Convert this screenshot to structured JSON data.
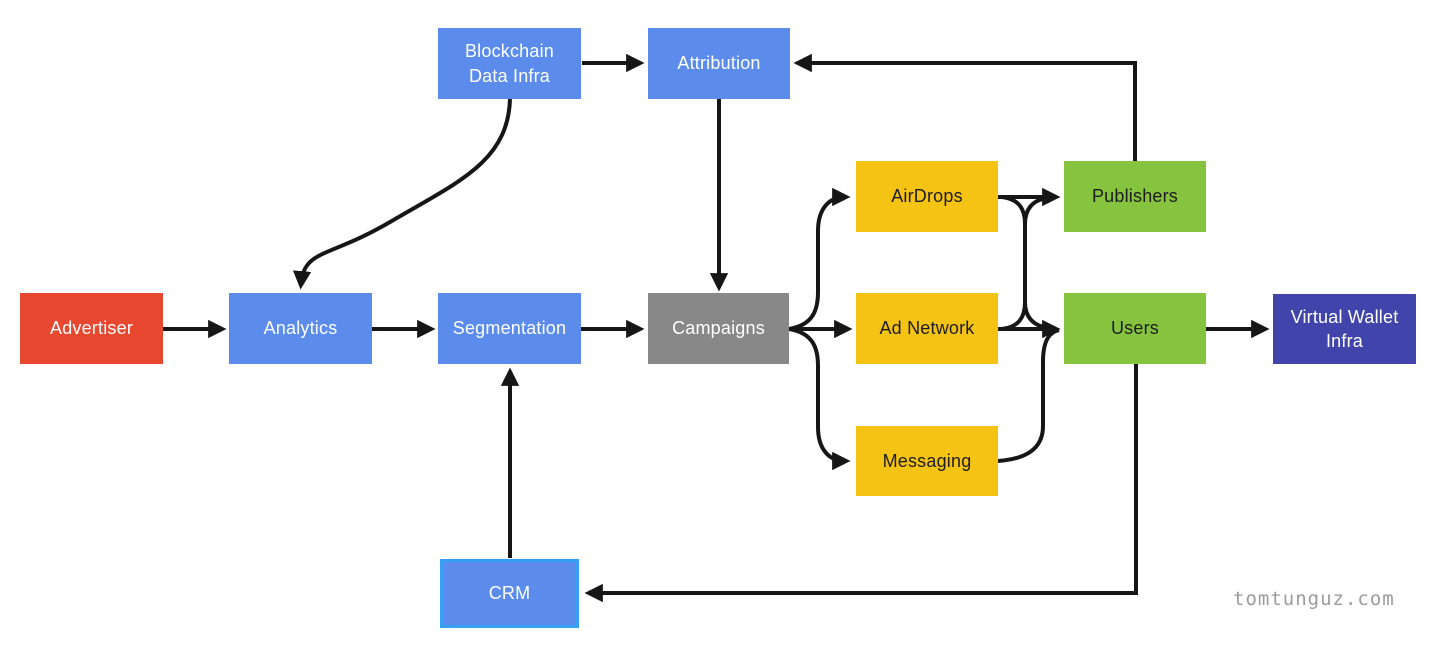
{
  "nodes": {
    "blockchain_data_infra": {
      "label": "Blockchain\nData Infra",
      "color": "#5b8cec",
      "text_color": "#ffffff"
    },
    "attribution": {
      "label": "Attribution",
      "color": "#5b8cec",
      "text_color": "#ffffff"
    },
    "advertiser": {
      "label": "Advertiser",
      "color": "#e84730",
      "text_color": "#ffffff"
    },
    "analytics": {
      "label": "Analytics",
      "color": "#5b8cec",
      "text_color": "#ffffff"
    },
    "segmentation": {
      "label": "Segmentation",
      "color": "#5b8cec",
      "text_color": "#ffffff"
    },
    "campaigns": {
      "label": "Campaigns",
      "color": "#888888",
      "text_color": "#ffffff"
    },
    "airdrops": {
      "label": "AirDrops",
      "color": "#f5c313",
      "text_color": "#1d1d1d"
    },
    "ad_network": {
      "label": "Ad Network",
      "color": "#f5c313",
      "text_color": "#1d1d1d"
    },
    "messaging": {
      "label": "Messaging",
      "color": "#f5c313",
      "text_color": "#1d1d1d"
    },
    "publishers": {
      "label": "Publishers",
      "color": "#86c440",
      "text_color": "#1d1d1d"
    },
    "users": {
      "label": "Users",
      "color": "#86c440",
      "text_color": "#1d1d1d"
    },
    "virtual_wallet_infra": {
      "label": "Virtual Wallet\nInfra",
      "color": "#4044ab",
      "text_color": "#ffffff"
    },
    "crm": {
      "label": "CRM",
      "color": "#5b8cec",
      "border_color": "#38a0f4",
      "text_color": "#ffffff"
    }
  },
  "edges": [
    {
      "from": "blockchain_data_infra",
      "to": "attribution"
    },
    {
      "from": "blockchain_data_infra",
      "to": "analytics"
    },
    {
      "from": "attribution",
      "to": "campaigns"
    },
    {
      "from": "publishers",
      "to": "attribution"
    },
    {
      "from": "advertiser",
      "to": "analytics"
    },
    {
      "from": "analytics",
      "to": "segmentation"
    },
    {
      "from": "segmentation",
      "to": "campaigns"
    },
    {
      "from": "campaigns",
      "to": "airdrops"
    },
    {
      "from": "campaigns",
      "to": "ad_network"
    },
    {
      "from": "campaigns",
      "to": "messaging"
    },
    {
      "from": "airdrops",
      "to": "publishers"
    },
    {
      "from": "airdrops",
      "to": "users"
    },
    {
      "from": "ad_network",
      "to": "publishers"
    },
    {
      "from": "ad_network",
      "to": "users"
    },
    {
      "from": "messaging",
      "to": "users"
    },
    {
      "from": "users",
      "to": "virtual_wallet_infra"
    },
    {
      "from": "users",
      "to": "crm"
    },
    {
      "from": "crm",
      "to": "segmentation"
    }
  ],
  "colors": {
    "background": "#ffffff",
    "arrow": "#161616",
    "blue_box": "#5b8cec",
    "red_box": "#e84730",
    "gray_box": "#888888",
    "yellow_box": "#f5c313",
    "green_box": "#86c440",
    "indigo_box": "#4044ab",
    "crm_border": "#38a0f4",
    "watermark": "#9b9b9b"
  },
  "watermark": {
    "text": "tomtunguz.com"
  }
}
